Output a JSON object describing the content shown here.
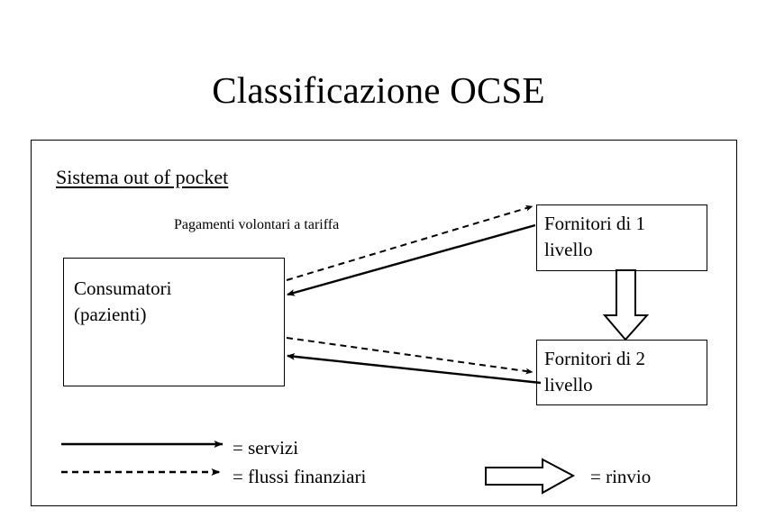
{
  "slide": {
    "title": "Classificazione OCSE",
    "section_heading": "Sistema out of pocket"
  },
  "diagram": {
    "labels": {
      "payments_flow": "Pagamenti volontari a tariffa"
    },
    "nodes": [
      {
        "id": "consumatori",
        "text": "Consumatori\n(pazienti)"
      },
      {
        "id": "fornitori-1",
        "text": "Fornitori di 1\nlivello"
      },
      {
        "id": "fornitori-2",
        "text": "Fornitori di 2\nlivello"
      }
    ],
    "connectors": [
      {
        "id": "consumatori-to-fornitori1",
        "style": "dashed",
        "meaning": "flussi finanziari"
      },
      {
        "id": "fornitori1-to-consumatori",
        "style": "solid",
        "meaning": "servizi"
      },
      {
        "id": "consumatori-to-fornitori2",
        "style": "dashed",
        "meaning": "flussi finanziari"
      },
      {
        "id": "fornitori2-to-consumatori",
        "style": "solid",
        "meaning": "servizi"
      },
      {
        "id": "fornitori1-to-fornitori2",
        "style": "block-arrow",
        "meaning": "rinvio"
      }
    ]
  },
  "legend": {
    "items": [
      {
        "id": "servizi",
        "symbol": "solid-arrow-icon",
        "label": "= servizi"
      },
      {
        "id": "flussi",
        "symbol": "dashed-arrow-icon",
        "label": "= flussi finanziari"
      },
      {
        "id": "rinvio",
        "symbol": "block-arrow-icon",
        "label": "= rinvio"
      }
    ]
  },
  "colors": {
    "ink": "#000000",
    "background": "#ffffff"
  }
}
